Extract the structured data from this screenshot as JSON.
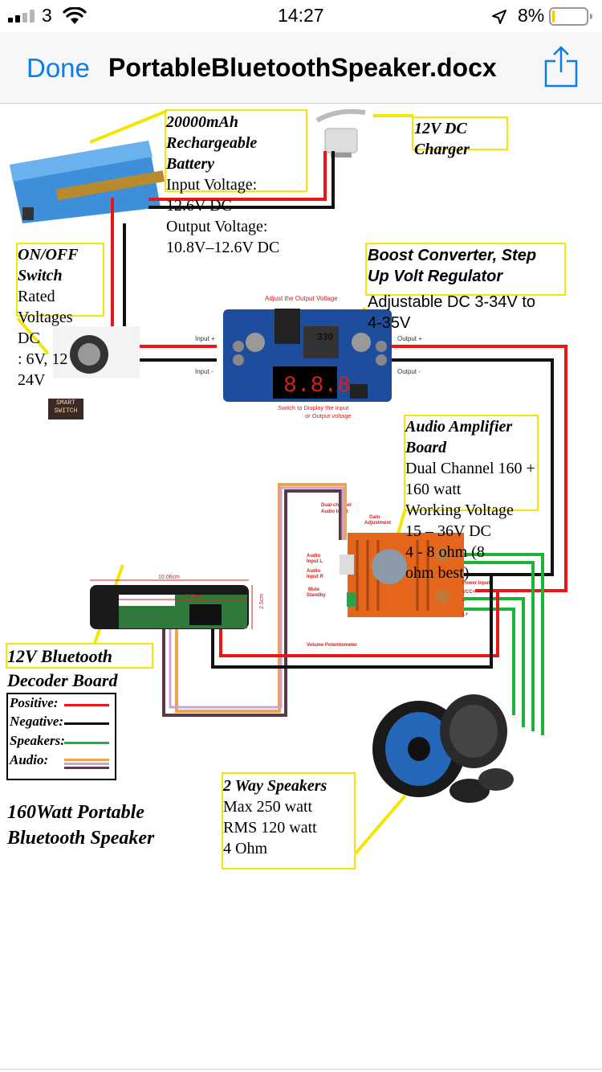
{
  "status_bar": {
    "carrier": "3",
    "time": "14:27",
    "battery_percent": "8%",
    "battery_level": 0.08
  },
  "nav": {
    "done_label": "Done",
    "title": "PortableBluetoothSpeaker.docx"
  },
  "diagram": {
    "battery": {
      "title_lines": [
        "20000mAh",
        "Rechargeable",
        "Battery"
      ],
      "spec_lines": [
        "Input Voltage:",
        "12.6V DC",
        "Output Voltage:",
        "10.8V–12.6V DC"
      ]
    },
    "charger": {
      "title_lines": [
        "12V DC",
        "Charger"
      ]
    },
    "switch": {
      "title_lines": [
        "ON/OFF",
        "Switch"
      ],
      "spec_lines": [
        "Rated",
        "Voltages",
        "DC",
        ": 6V, 12",
        "24V"
      ]
    },
    "boost": {
      "title_lines": [
        "Boost Converter, Step",
        "Up Volt Regulator"
      ],
      "spec_lines": [
        "Adjustable DC 3-34V to",
        "4-35V"
      ],
      "pcb_labels": {
        "adjust": "Adjust the Output Voltage",
        "input_plus": "Input +",
        "input_minus": "Input -",
        "output_plus": "Output +",
        "output_minus": "Output -",
        "switch_display_1": "Switch to Display the Input",
        "switch_display_2": "or Output voltage",
        "inductor": "330"
      }
    },
    "amplifier": {
      "title_lines": [
        "Audio Amplifier",
        "Board"
      ],
      "spec_lines": [
        "Dual Channel 160 +",
        "160 watt",
        "Working Voltage",
        "15 – 36V DC",
        "4 - 8 ohm (8",
        "ohm best)"
      ],
      "pcb_labels": {
        "dual_input_1": "Dual-channel",
        "dual_input_2": "Audio Input",
        "gain_1": "Gain",
        "gain_2": "Adjustment",
        "input_l_1": "Audio",
        "input_l_2": "Input L",
        "input_r_1": "Audio",
        "input_r_2": "Input R",
        "mute_1": "Mute",
        "mute_2": "Standby",
        "power_input": "Power Input",
        "vcc": "VCC+",
        "l_minus": "L-",
        "l_plus": "L+",
        "volume": "Volume Potentiometer"
      }
    },
    "decoder": {
      "title_lines": [
        "12V Bluetooth",
        "Decoder Board"
      ],
      "dims": {
        "width": "10.06cm",
        "inner": "9.3cm",
        "height": "2.5cm"
      }
    },
    "legend": {
      "positive": "Positive:",
      "negative": "Negative:",
      "speakers": "Speakers:",
      "audio": "Audio:"
    },
    "speakers": {
      "title_lines": [
        "2 Way Speakers"
      ],
      "spec_lines": [
        "Max 250 watt",
        "RMS 120 watt",
        "4 Ohm"
      ]
    },
    "footer_title_lines": [
      "160Watt Portable",
      "Bluetooth Speaker"
    ],
    "switch_badge": [
      "SMART",
      "SWITCH"
    ],
    "colors": {
      "positive": "#e8161b",
      "negative": "#111111",
      "speakers": "#1db33a",
      "audio_orange": "#f0a44a",
      "audio_brown": "#5a3a4a",
      "callout": "#f3e600",
      "link_blue": "#0a7cf0"
    }
  }
}
